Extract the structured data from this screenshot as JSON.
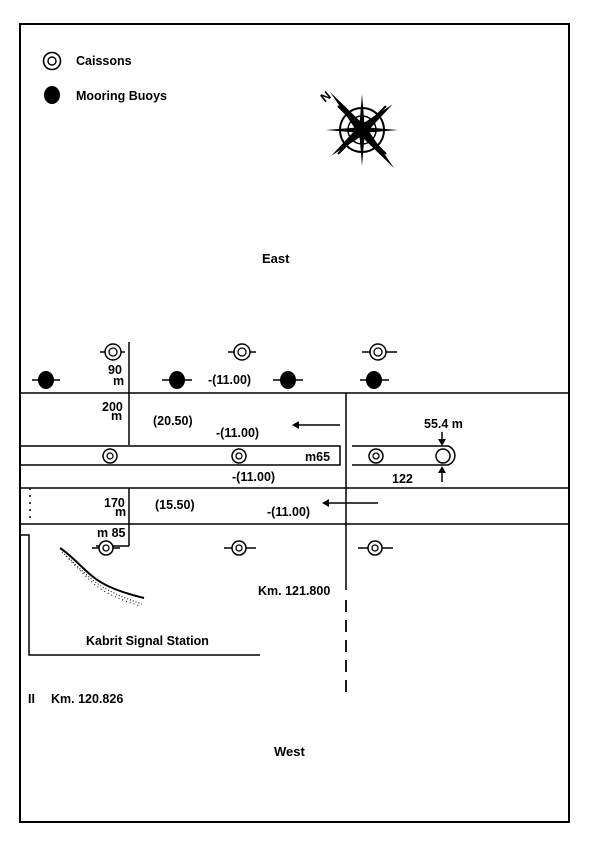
{
  "legend": {
    "caissons_label": "Caissons",
    "buoys_label": "Mooring Buoys"
  },
  "compass": {
    "north_letter": "N",
    "icon": "compass-rose-icon"
  },
  "regions": {
    "east": "East",
    "west": "West"
  },
  "labels": {
    "dim_90": "90",
    "dim_90_unit": "m",
    "dim_200": "200",
    "dim_200_unit": "m",
    "dim_170": "170",
    "dim_170_unit": "m",
    "dim_85": "m 85",
    "depth_top": "-(11.00)",
    "elev_2050": "(20.50)",
    "depth_upper": "-(11.00)",
    "width_554": "55.4 m",
    "m65": "m65",
    "km122": "122",
    "depth_mid": "-(11.00)",
    "elev_1550": "(15.50)",
    "depth_lower": "-(11.00)",
    "km_121800": "Km. 121.800",
    "station": "Kabrit Signal Station",
    "km_120826": "Km. 120.826",
    "roman_two": "II"
  }
}
